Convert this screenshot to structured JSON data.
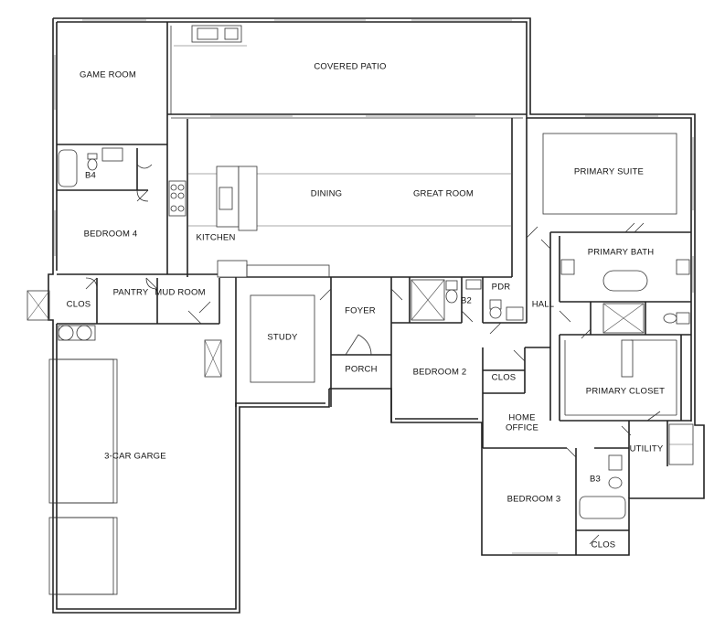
{
  "floor_plan": {
    "rooms": {
      "game_room": "GAME ROOM",
      "covered_patio": "COVERED PATIO",
      "primary_suite": "PRIMARY SUITE",
      "b4": "B4",
      "dining": "DINING",
      "great_room": "GREAT ROOM",
      "bedroom_4": "BEDROOM 4",
      "kitchen": "KITCHEN",
      "primary_bath": "PRIMARY BATH",
      "clos_left": "CLOS",
      "pantry": "PANTRY",
      "mud_room": "MUD ROOM",
      "b2": "B2",
      "pdr": "PDR",
      "hall": "HALL",
      "foyer": "FOYER",
      "study": "STUDY",
      "porch": "PORCH",
      "bedroom_2": "BEDROOM 2",
      "clos_bed2": "CLOS",
      "primary_closet": "PRIMARY CLOSET",
      "home_office": "HOME\nOFFICE",
      "utility": "UTILITY",
      "garage": "3-CAR GARGE",
      "b3": "B3",
      "bedroom_3": "BEDROOM 3",
      "clos_bed3": "CLOS"
    }
  }
}
